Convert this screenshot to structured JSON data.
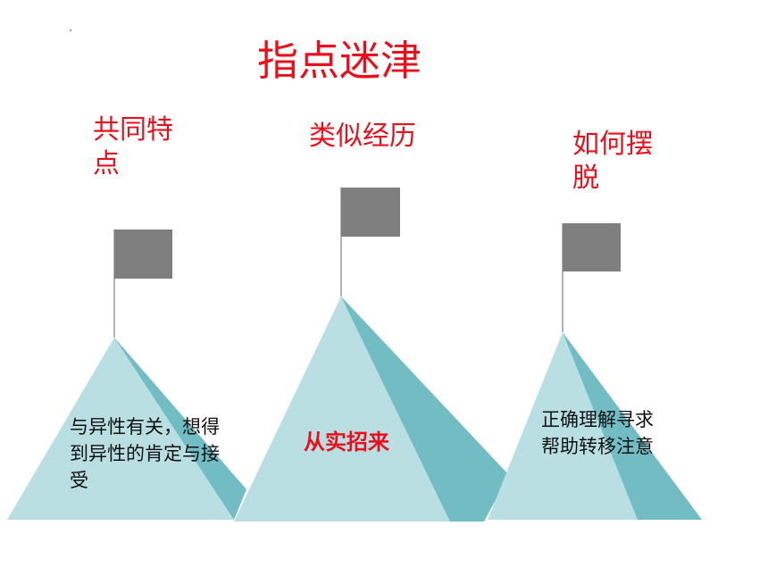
{
  "title": "指点迷津",
  "headings": {
    "h1": "共同特点",
    "h2": "类似经历",
    "h3": "如何摆脱"
  },
  "captions": {
    "c1": "与异性有关，想得到异性的肯定与接受",
    "c2": "从实招来",
    "c3": "正确理解寻求帮助转移注意"
  },
  "colors": {
    "title": "#e8101c",
    "mountain_light": "#b9dfe2",
    "mountain_dark": "#72bcc4",
    "flag": "#7f7f7f"
  }
}
